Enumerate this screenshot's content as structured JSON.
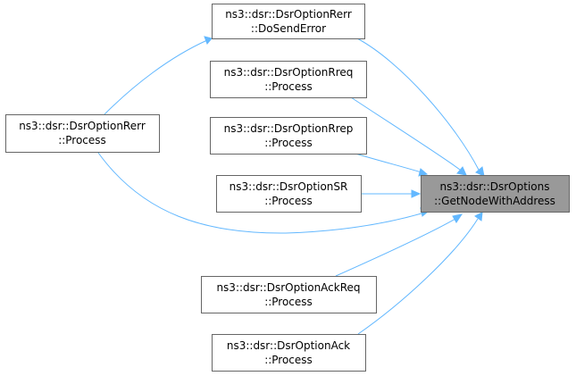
{
  "nodes": {
    "doSendError": {
      "line1": "ns3::dsr::DsrOptionRerr",
      "line2": "::DoSendError"
    },
    "rreqProcess": {
      "line1": "ns3::dsr::DsrOptionRreq",
      "line2": "::Process"
    },
    "rerrProcess": {
      "line1": "ns3::dsr::DsrOptionRerr",
      "line2": "::Process"
    },
    "rrepProcess": {
      "line1": "ns3::dsr::DsrOptionRrep",
      "line2": "::Process"
    },
    "srProcess": {
      "line1": "ns3::dsr::DsrOptionSR",
      "line2": "::Process"
    },
    "ackReqProcess": {
      "line1": "ns3::dsr::DsrOptionAckReq",
      "line2": "::Process"
    },
    "ackProcess": {
      "line1": "ns3::dsr::DsrOptionAck",
      "line2": "::Process"
    },
    "target": {
      "line1": "ns3::dsr::DsrOptions",
      "line2": "::GetNodeWithAddress"
    }
  },
  "colors": {
    "edge": "#63b8ff",
    "focus_fill": "#999999",
    "border": "#666666"
  }
}
